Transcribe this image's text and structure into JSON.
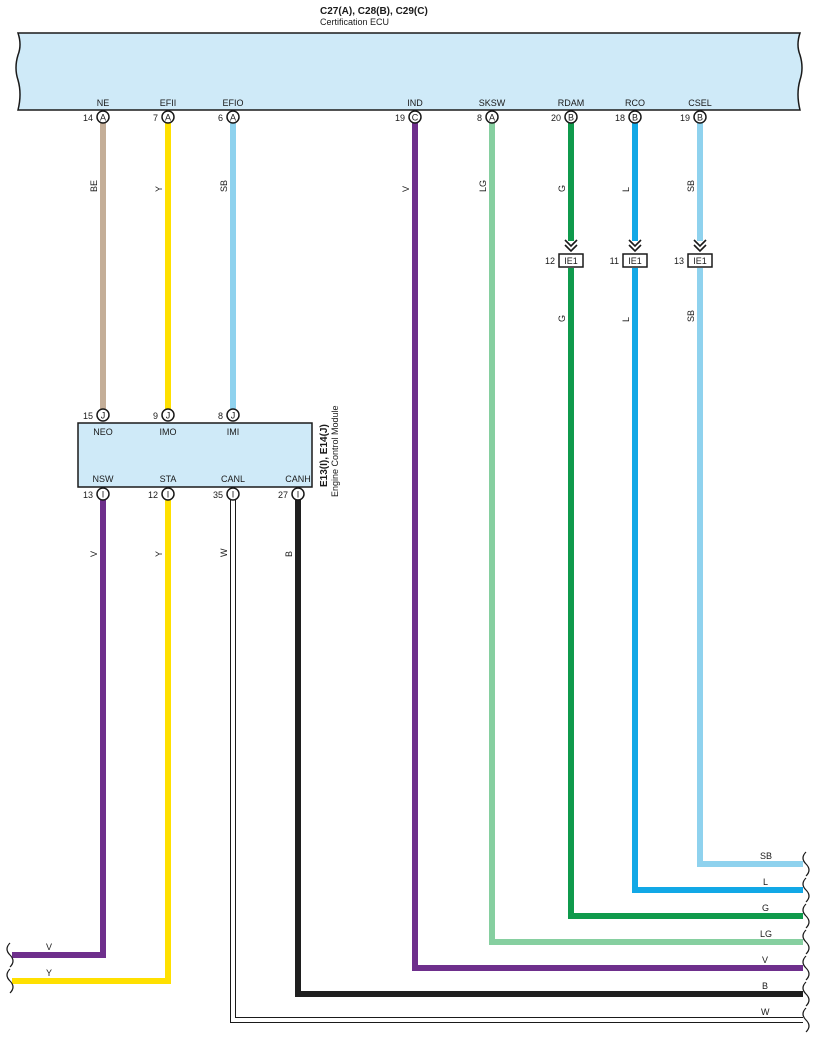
{
  "ecu": {
    "connectors": "C27(A), C28(B), C29(C)",
    "name": "Certification ECU",
    "terminals": [
      {
        "id": "ne",
        "name": "NE",
        "pin": "14",
        "conn": "A",
        "color": "BE"
      },
      {
        "id": "efii",
        "name": "EFII",
        "pin": "7",
        "conn": "A",
        "color": "Y"
      },
      {
        "id": "efio",
        "name": "EFIO",
        "pin": "6",
        "conn": "A",
        "color": "SB"
      },
      {
        "id": "ind",
        "name": "IND",
        "pin": "19",
        "conn": "C",
        "color": "V"
      },
      {
        "id": "sksw",
        "name": "SKSW",
        "pin": "8",
        "conn": "A",
        "color": "LG"
      },
      {
        "id": "rdam",
        "name": "RDAM",
        "pin": "20",
        "conn": "B",
        "color": "G"
      },
      {
        "id": "rco",
        "name": "RCO",
        "pin": "18",
        "conn": "B",
        "color": "L"
      },
      {
        "id": "csel",
        "name": "CSEL",
        "pin": "19",
        "conn": "B",
        "color": "SB"
      }
    ]
  },
  "ecm": {
    "connectors": "E13(I), E14(J)",
    "name": "Engine Control Module",
    "top_terminals": [
      {
        "id": "neo",
        "name": "NEO",
        "pin": "15",
        "conn": "J"
      },
      {
        "id": "imo",
        "name": "IMO",
        "pin": "9",
        "conn": "J"
      },
      {
        "id": "imi",
        "name": "IMI",
        "pin": "8",
        "conn": "J"
      }
    ],
    "bottom_terminals": [
      {
        "id": "nsw",
        "name": "NSW",
        "pin": "13",
        "conn": "I",
        "color": "V"
      },
      {
        "id": "sta",
        "name": "STA",
        "pin": "12",
        "conn": "I",
        "color": "Y"
      },
      {
        "id": "canl",
        "name": "CANL",
        "pin": "35",
        "conn": "I",
        "color": "W"
      },
      {
        "id": "canh",
        "name": "CANH",
        "pin": "27",
        "conn": "I",
        "color": "B"
      }
    ]
  },
  "junctions": [
    {
      "id": "rdam",
      "label": "IE1",
      "pin": "12",
      "color_below": "G"
    },
    {
      "id": "rco",
      "label": "IE1",
      "pin": "11",
      "color_below": "L"
    },
    {
      "id": "csel",
      "label": "IE1",
      "pin": "13",
      "color_below": "SB"
    }
  ],
  "exit_labels": {
    "right": [
      "SB",
      "L",
      "G",
      "LG",
      "V",
      "B",
      "W"
    ],
    "left": [
      "V",
      "Y"
    ]
  },
  "wire_colors": {
    "BE": "#c4ae98",
    "Y": "#ffe000",
    "SB": "#8fd2ee",
    "V": "#6e2f8c",
    "LG": "#86cfa0",
    "G": "#0f9a4c",
    "L": "#12a8e6",
    "B": "#1f1f1f",
    "W": "#ffffff"
  },
  "box_fill": "#cfeaf8"
}
